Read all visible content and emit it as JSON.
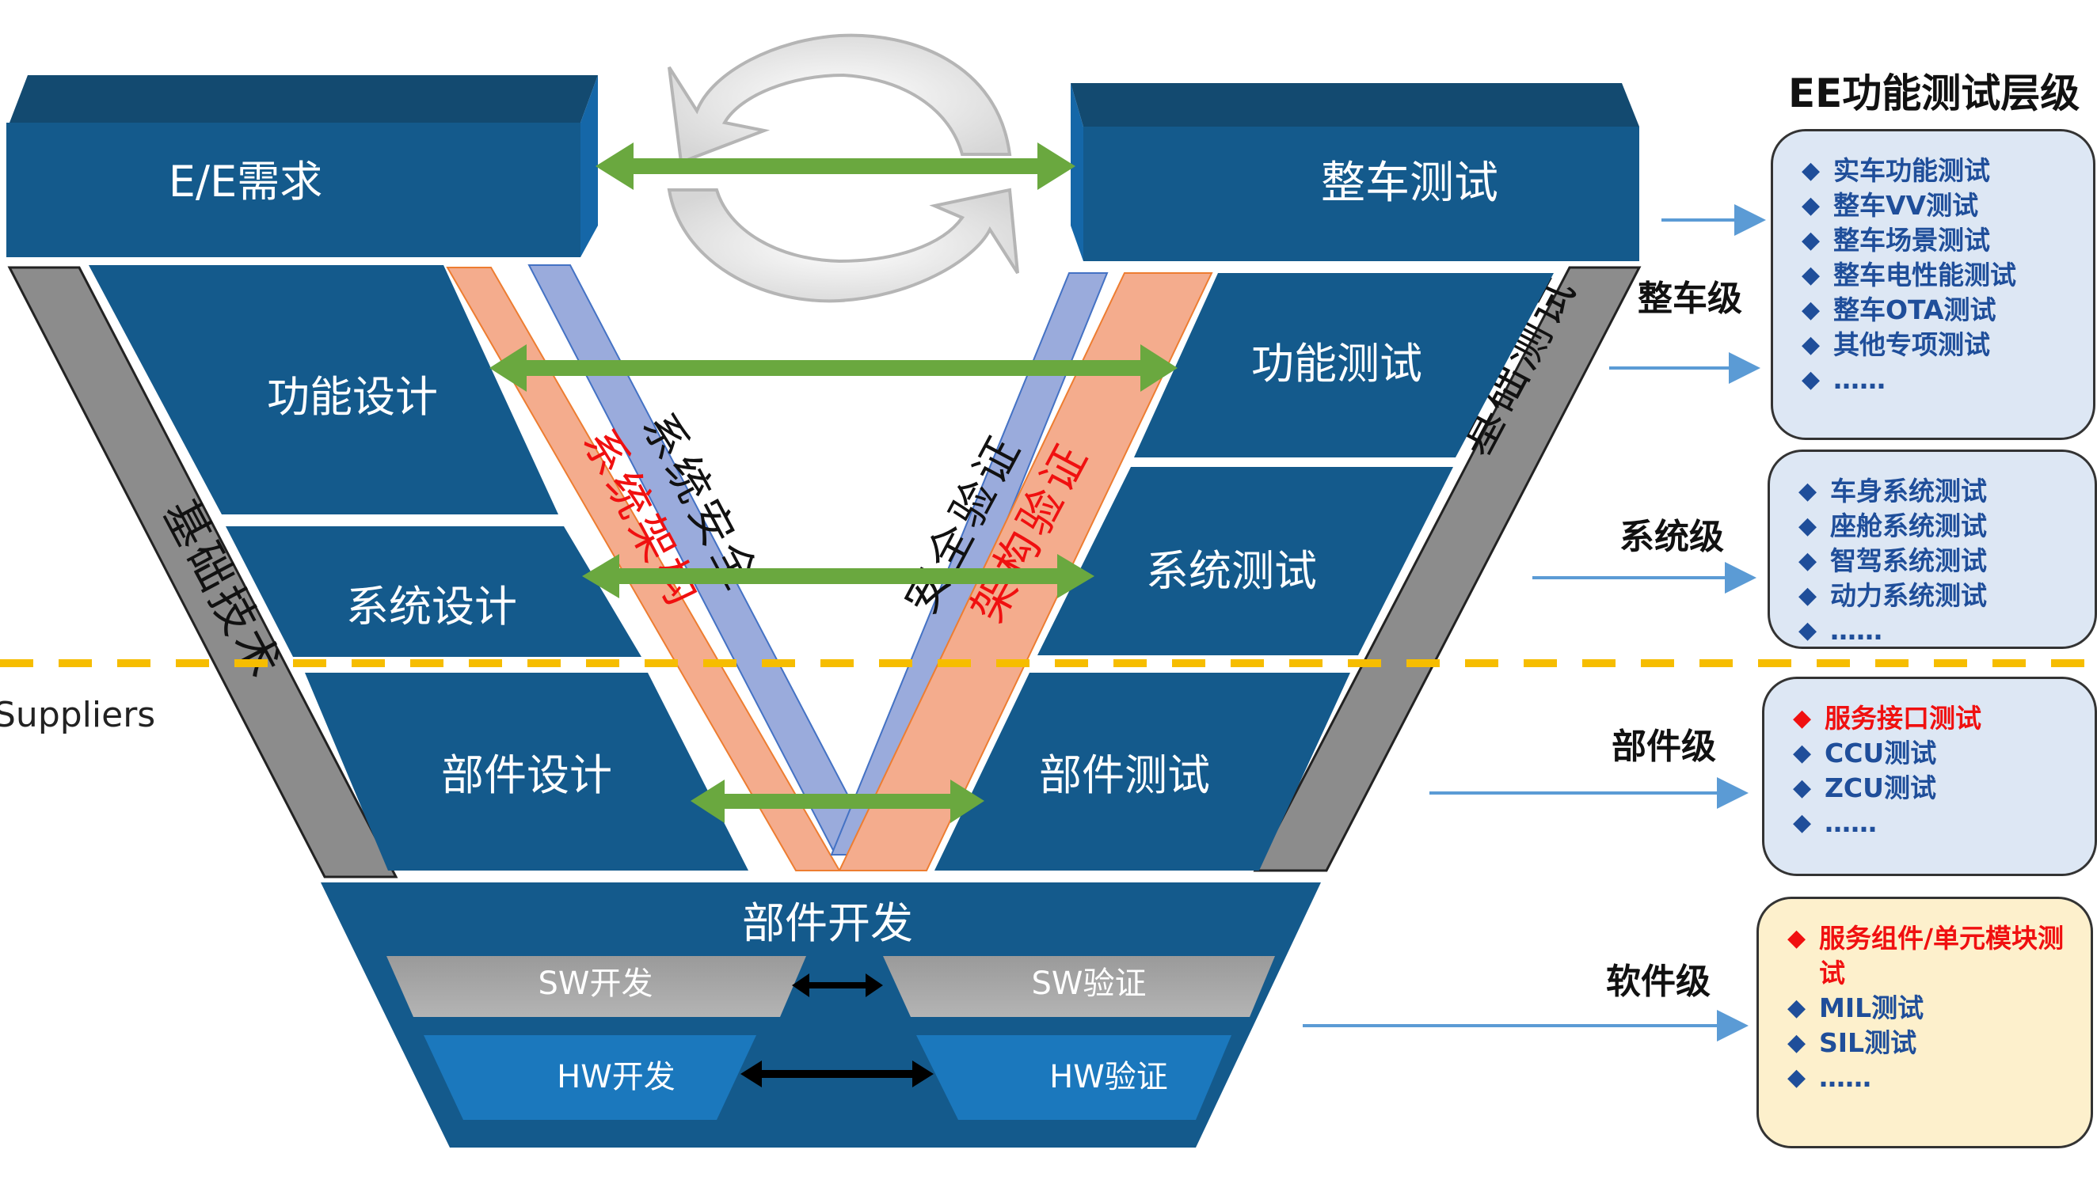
{
  "title": "EE功能测试层级",
  "suppliers_label": "Suppliers",
  "colors": {
    "box_blue": "#145a8c",
    "box_top": "#134a70",
    "box_side": "#1567a8",
    "gray_band": "#8c8c8c",
    "orange_band": "#f4ac8d",
    "blue_band": "#9aabdc",
    "green_arrow": "#6aa83f",
    "dash_line": "#f6bd00",
    "level_arrow": "#5b9bd5",
    "text_blue": "#1f4e9a",
    "text_red": "#f01010"
  },
  "v_model": {
    "top_left": "E/E需求",
    "top_right": "整车测试",
    "left": [
      "功能设计",
      "系统设计",
      "部件设计"
    ],
    "right": [
      "功能测试",
      "系统测试",
      "部件测试"
    ],
    "bottom": "部件开发",
    "sw_dev": "SW开发",
    "sw_verify": "SW验证",
    "hw_dev": "HW开发",
    "hw_verify": "HW验证",
    "left_gray_band": "基础技术",
    "right_gray_band": "基础测试",
    "left_orange_band": "系统架构",
    "left_blue_band": "系统安全",
    "right_blue_band": "安全验证",
    "right_orange_band": "架构验证"
  },
  "levels": [
    {
      "label": "整车级",
      "items": [
        {
          "text": "实车功能测试",
          "highlight": false
        },
        {
          "text": "整车VV测试",
          "highlight": false
        },
        {
          "text": "整车场景测试",
          "highlight": false
        },
        {
          "text": "整车电性能测试",
          "highlight": false
        },
        {
          "text": "整车OTA测试",
          "highlight": false
        },
        {
          "text": "其他专项测试",
          "highlight": false
        },
        {
          "text": "……",
          "highlight": false
        }
      ]
    },
    {
      "label": "系统级",
      "items": [
        {
          "text": "车身系统测试",
          "highlight": false
        },
        {
          "text": "座舱系统测试",
          "highlight": false
        },
        {
          "text": "智驾系统测试",
          "highlight": false
        },
        {
          "text": "动力系统测试",
          "highlight": false
        },
        {
          "text": "……",
          "highlight": false
        }
      ]
    },
    {
      "label": "部件级",
      "items": [
        {
          "text": "服务接口测试",
          "highlight": true
        },
        {
          "text": "CCU测试",
          "highlight": false
        },
        {
          "text": "ZCU测试",
          "highlight": false
        },
        {
          "text": "……",
          "highlight": false
        }
      ]
    },
    {
      "label": "软件级",
      "items": [
        {
          "text": "服务组件/单元模块测试",
          "highlight": true
        },
        {
          "text": "MIL测试",
          "highlight": false
        },
        {
          "text": "SIL测试",
          "highlight": false
        },
        {
          "text": "……",
          "highlight": false
        }
      ]
    }
  ],
  "bullet_glyph": "◆"
}
